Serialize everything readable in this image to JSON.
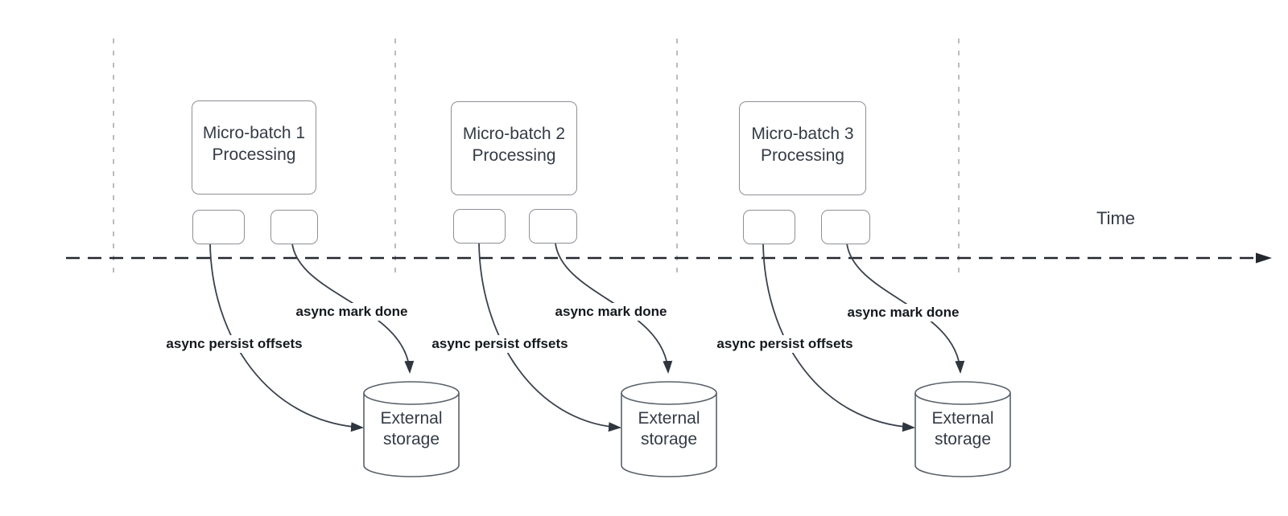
{
  "timeline": {
    "label": "Time"
  },
  "groups": [
    {
      "box_label": "Micro-batch 1\nProcessing",
      "persist_label": "async persist offsets",
      "mark_done_label": "async mark done",
      "storage_label": "External\nstorage"
    },
    {
      "box_label": "Micro-batch 2\nProcessing",
      "persist_label": "async persist offsets",
      "mark_done_label": "async mark done",
      "storage_label": "External\nstorage"
    },
    {
      "box_label": "Micro-batch 3\nProcessing",
      "persist_label": "async persist offsets",
      "mark_done_label": "async mark done",
      "storage_label": "External\nstorage"
    }
  ],
  "colors": {
    "background": "#ffffff",
    "shape_border": "#8d9096",
    "cylinder_border": "#596069",
    "connector": "#3a414c",
    "arrowhead": "#2f3640",
    "timeline": "#23272e",
    "guide_line": "#a9abae",
    "shape_text": "#343b46",
    "edge_label_text": "#15181d"
  }
}
